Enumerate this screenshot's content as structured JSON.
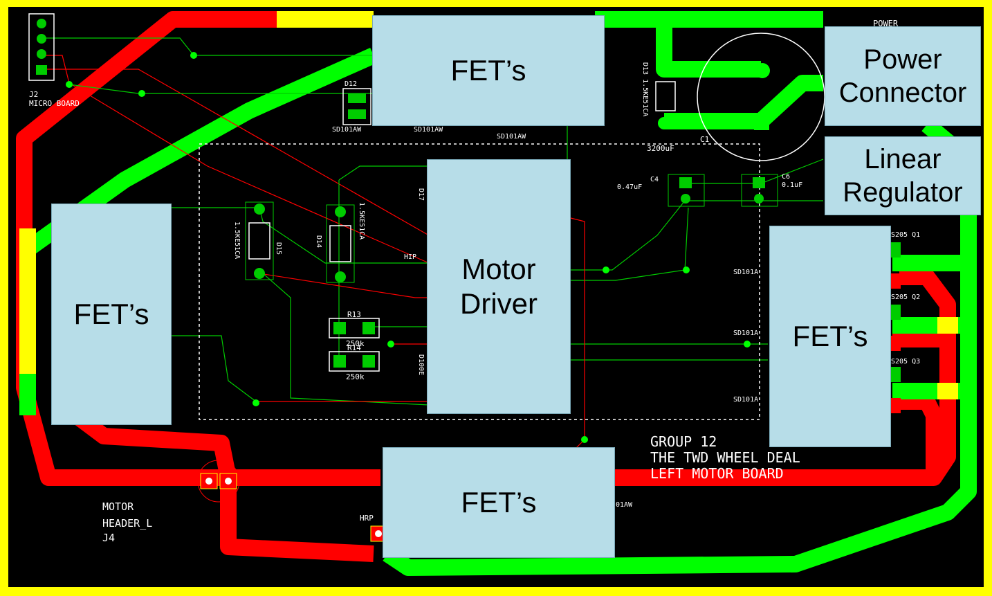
{
  "colors": {
    "frame": "#ffff00",
    "board_bg": "#000000",
    "trace_power": "#ff0000",
    "trace_ground": "#00ff00",
    "trace_yellow": "#ffff00",
    "thin_trace": "#00cc00",
    "silkscreen": "#ffffff",
    "callout_fill": "#b7dde8"
  },
  "callouts": {
    "fet_top": "FET’s",
    "power_connector_line1": "Power",
    "power_connector_line2": "Connector",
    "linear_regulator_line1": "Linear",
    "linear_regulator_line2": "Regulator",
    "motor_driver_line1": "Motor",
    "motor_driver_line2": "Driver",
    "fet_left": "FET’s",
    "fet_right": "FET’s",
    "fet_bottom": "FET’s"
  },
  "silkscreen": {
    "j2_ref": "J2",
    "j2_name": "MICRO BOARD",
    "power": "POWER",
    "d12": "D12",
    "d12_part": "SD101AW",
    "d13_part": "D13 1.5KE51CA",
    "sd_mid1": "SD101AW",
    "sd_mid2": "SD101AW",
    "c1": "C1",
    "c1_val": "3200uF",
    "c4": "C4",
    "c4_val": "0.47uF",
    "c6": "C6",
    "c6_val": "0.1uF",
    "d15": "D15",
    "d15_part": "1.5KE51CA",
    "d14": "D14",
    "d14_part": "1.5KE51CA",
    "d17": "D17",
    "hip": "HIP",
    "r13": "R13",
    "r13_val": "250k",
    "r14": "R14",
    "r14_val": "250k",
    "d100e": "D100E",
    "sd_right1": "SD101A",
    "sd_right2": "SD101A",
    "sd_right3": "SD101A",
    "q1": "S205 Q1",
    "q2": "S205 Q2",
    "q3": "S205 Q3",
    "group": "GROUP 12",
    "board_name": "THE TWD WHEEL DEAL",
    "board_desc": "LEFT MOTOR BOARD",
    "motor_header1": "MOTOR",
    "motor_header2": "HEADER_L",
    "motor_header3": "J4",
    "hrp": "HRP",
    "bottom_sd": "01AW"
  }
}
